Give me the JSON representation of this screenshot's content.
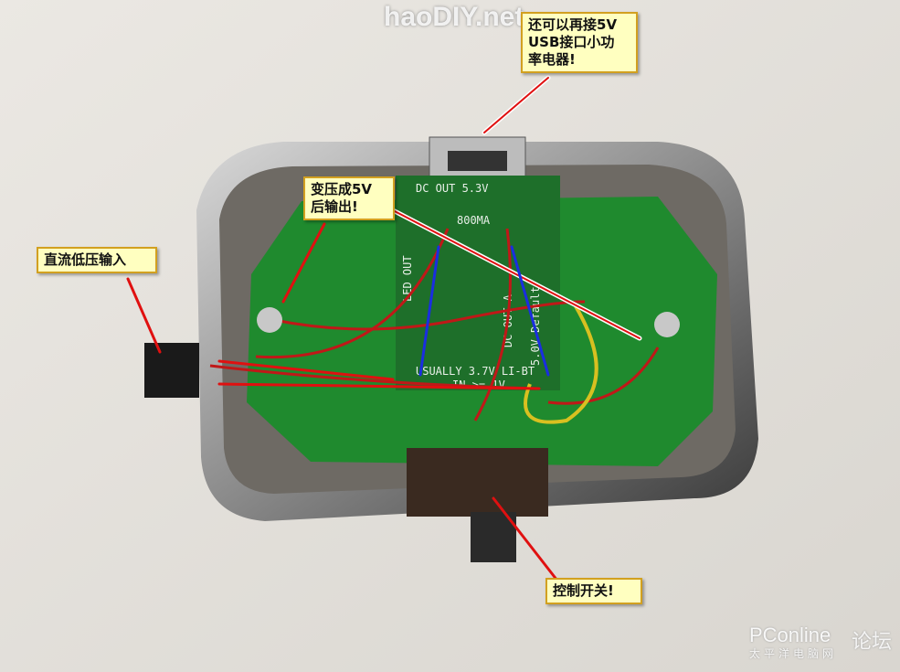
{
  "watermarks": {
    "top": "haoDIY.net",
    "bottom_brand": "PConline",
    "bottom_sub": "太平洋电脑网",
    "bottom_forum": "论坛"
  },
  "callouts": {
    "usb": "还可以再接5V\nUSB接口小功\n率电器!",
    "boost": "变压成5V\n后输出!",
    "input": "直流低压输入",
    "switch": "控制开关!"
  },
  "pcb_labels": {
    "dc_out": "DC OUT 5.3V",
    "current": "800MA",
    "led_out": "LED OUT",
    "dc_out_a": "DC OUT A",
    "default": "5.0V Default",
    "battery": "USUALLY 3.7V LI-BT",
    "input": "IN >= 1V"
  },
  "colors": {
    "callout_fill": "#ffffc0",
    "callout_border": "#d2a020",
    "arrow_red": "#e01010",
    "arrow_blue": "#1a2ee0",
    "pcb_green": "#1f7a2c",
    "wire_red": "#c01818",
    "wire_yellow": "#d8c020"
  }
}
